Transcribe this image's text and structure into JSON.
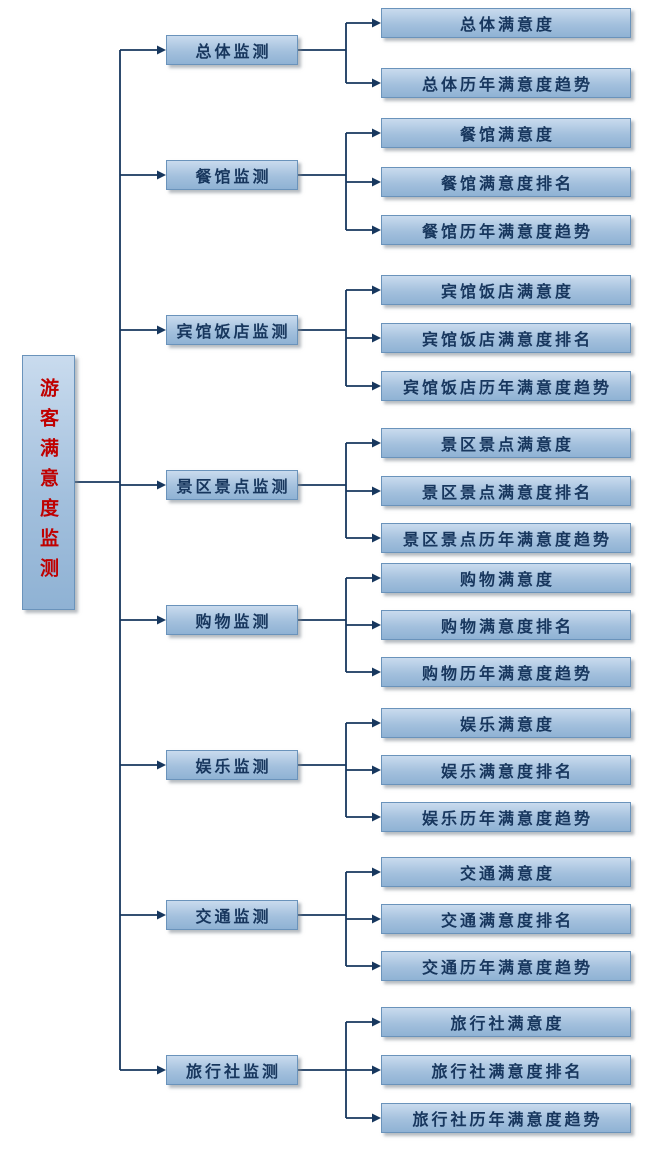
{
  "root": {
    "label": "游客满意度监测"
  },
  "branches": [
    {
      "label": "总体监测",
      "children": [
        "总体满意度",
        "总体历年满意度趋势"
      ]
    },
    {
      "label": "餐馆监测",
      "children": [
        "餐馆满意度",
        "餐馆满意度排名",
        "餐馆历年满意度趋势"
      ]
    },
    {
      "label": "宾馆饭店监测",
      "children": [
        "宾馆饭店满意度",
        "宾馆饭店满意度排名",
        "宾馆饭店历年满意度趋势"
      ]
    },
    {
      "label": "景区景点监测",
      "children": [
        "景区景点满意度",
        "景区景点满意度排名",
        "景区景点历年满意度趋势"
      ]
    },
    {
      "label": "购物监测",
      "children": [
        "购物满意度",
        "购物满意度排名",
        "购物历年满意度趋势"
      ]
    },
    {
      "label": "娱乐监测",
      "children": [
        "娱乐满意度",
        "娱乐满意度排名",
        "娱乐历年满意度趋势"
      ]
    },
    {
      "label": "交通监测",
      "children": [
        "交通满意度",
        "交通满意度排名",
        "交通历年满意度趋势"
      ]
    },
    {
      "label": "旅行社监测",
      "children": [
        "旅行社满意度",
        "旅行社满意度排名",
        "旅行社历年满意度趋势"
      ]
    }
  ],
  "colors": {
    "line": "#17375e",
    "root_text": "#c00000",
    "node_text": "#17365d",
    "box_border": "#6a93bb",
    "box_top": "#c9dbee",
    "box_mid": "#a3c0dd",
    "box_bottom": "#8fb2d4"
  }
}
